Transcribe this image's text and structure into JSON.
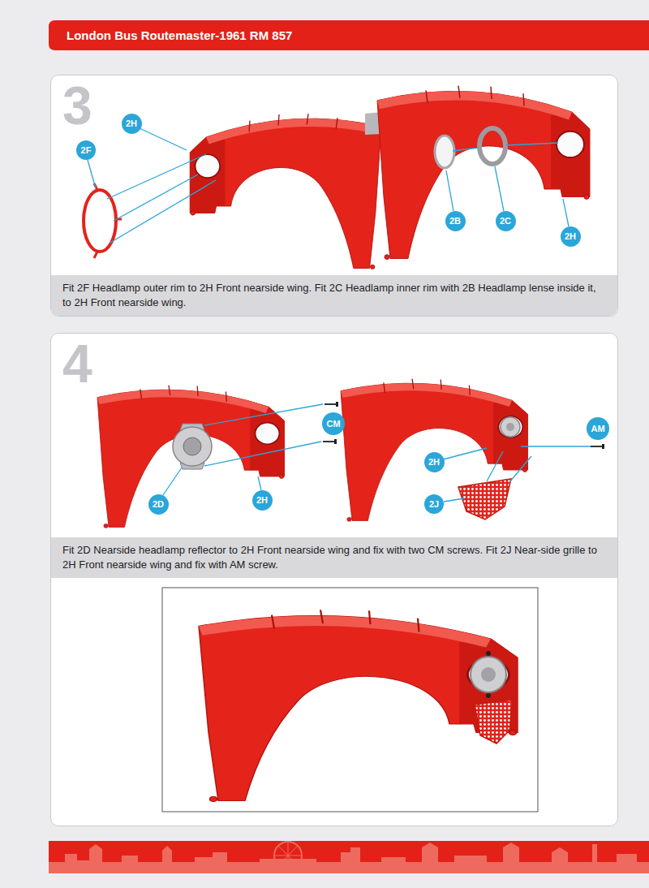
{
  "diagram": {
    "title": "London Bus Routemaster-1961 RM 857",
    "nodes": [
      {
        "text": [
          "3"
        ]
      },
      {
        "text": [
          "2H"
        ],
        "in": 0
      },
      {
        "text": [
          "2F"
        ],
        "in": 0
      },
      {
        "text": [
          "2B"
        ],
        "in": 0
      },
      {
        "text": [
          "2C"
        ],
        "in": 0
      },
      {
        "text": [
          "2H"
        ],
        "in": 0
      },
      {
        "text": [
          "Fit 2F Headlamp outer rim to 2H Front nearside wing. Fit 2C Headlamp inner rim with 2B Headlamp lense inside it, to 2H Front nearside wing."
        ],
        "in": 0
      },
      {
        "text": [
          "4"
        ]
      },
      {
        "text": [
          "CM"
        ],
        "in": 7
      },
      {
        "text": [
          "2D"
        ],
        "in": 7
      },
      {
        "text": [
          "2H"
        ],
        "in": 7
      },
      {
        "text": [
          "AM"
        ],
        "in": 7
      },
      {
        "text": [
          "2H"
        ],
        "in": 7
      },
      {
        "text": [
          "2J"
        ],
        "in": 7
      },
      {
        "text": [
          "Fit 2D Nearside headlamp reflector to 2H Front nearside wing and fix with two CM screws. Fit 2J Near-side grille to 2H Front nearside wing and fix with AM screw."
        ],
        "in": 7
      }
    ]
  }
}
